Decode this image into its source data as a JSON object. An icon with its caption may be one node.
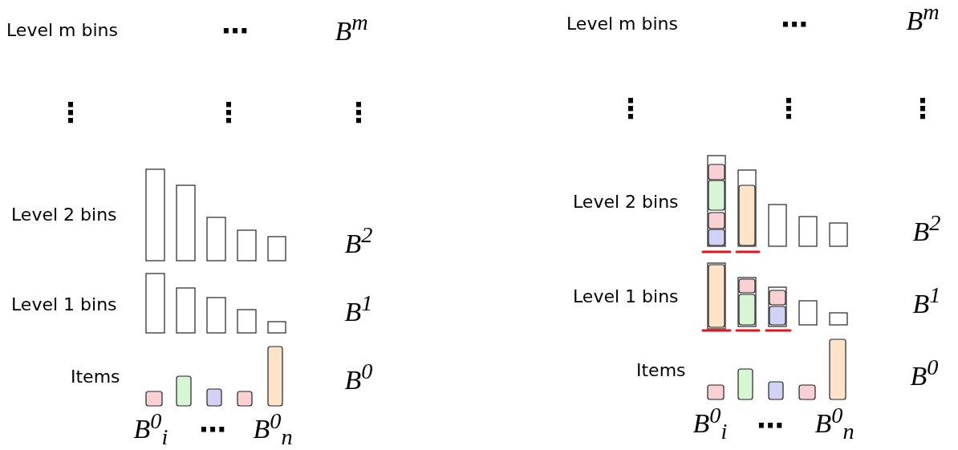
{
  "diagram": {
    "labels": [
      "Level m bins",
      "⋯",
      "B$^{m}$",
      "⋮",
      "⋮",
      "⋮",
      "Level 2 bins",
      "B$^{2}$",
      "Level 1 bins",
      "B$^{1}$",
      "Items",
      "B$^{0}$",
      "B$^{0}$$_{i}$",
      "⋯",
      "B$^{0}$$_{n}$",
      "Level m bins",
      "⋯",
      "B$^{m}$",
      "⋮",
      "⋮",
      "⋮",
      "Level 2 bins",
      "B$^{2}$",
      "Level 1 bins",
      "B$^{1}$",
      "Items",
      "B$^{0}$",
      "B$^{0}$$_{i}$",
      "⋯",
      "B$^{0}$$_{n}$"
    ]
  }
}
